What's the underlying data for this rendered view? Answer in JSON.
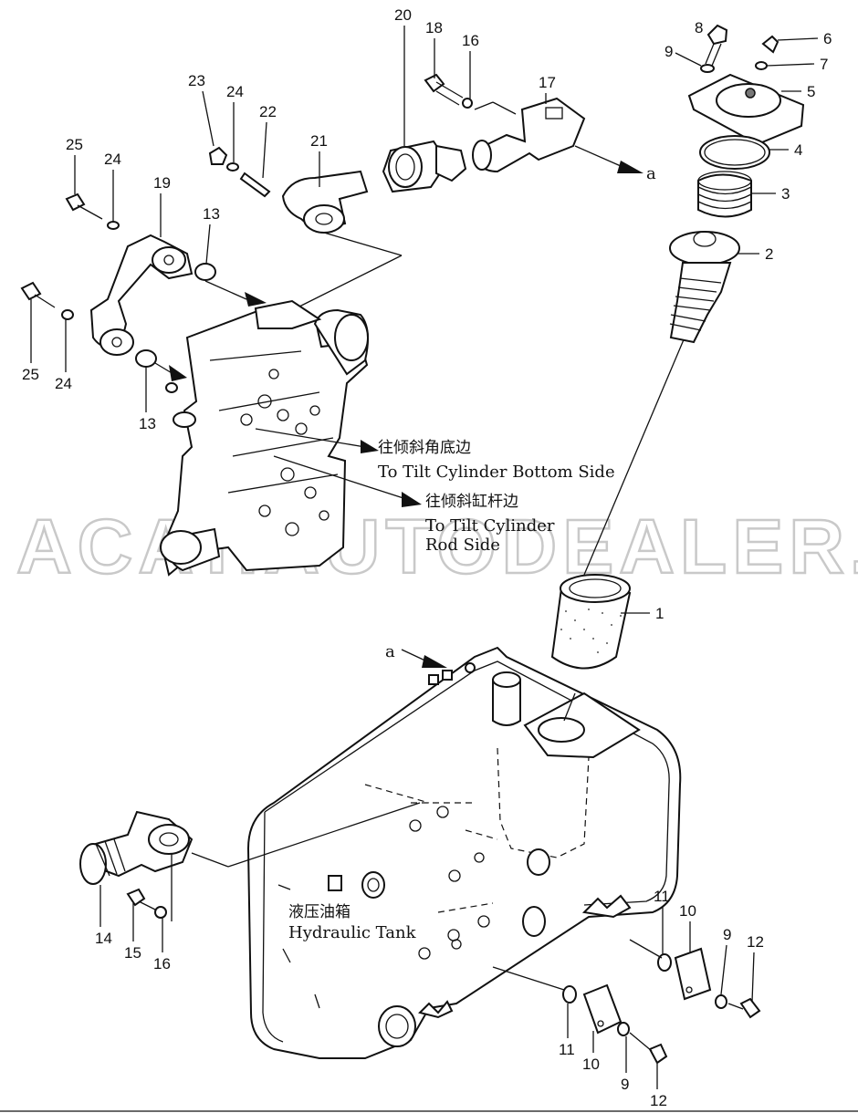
{
  "watermark": "ACAT.AUTODEALER.RU",
  "labels": {
    "tilt_bottom_cn": "往倾斜角底边",
    "tilt_bottom_en": "To Tilt Cylinder Bottom Side",
    "tilt_rod_cn": "往倾斜缸杆边",
    "tilt_rod_en_1": "To Tilt Cylinder",
    "tilt_rod_en_2": "Rod Side",
    "tank_cn": "液压油箱",
    "tank_en": "Hydraulic Tank",
    "ref_a_top": "a",
    "ref_a_bottom": "a"
  },
  "callouts": {
    "c1": "1",
    "c2": "2",
    "c3": "3",
    "c4": "4",
    "c5": "5",
    "c6": "6",
    "c7": "7",
    "c8": "8",
    "c9_top": "9",
    "c9_right": "9",
    "c9_bottom": "9",
    "c10_right": "10",
    "c10_bottom": "10",
    "c11_right": "11",
    "c11_bottom": "11",
    "c12_right": "12",
    "c12_bottom": "12",
    "c13_top": "13",
    "c13_bottom": "13",
    "c14": "14",
    "c15": "15",
    "c16_top": "16",
    "c16_bottom": "16",
    "c17": "17",
    "c18": "18",
    "c19": "19",
    "c20": "20",
    "c21": "21",
    "c22": "22",
    "c23": "23",
    "c24_top": "24",
    "c24_left": "24",
    "c24_bottom": "24",
    "c25_top": "25",
    "c25_bottom": "25"
  }
}
